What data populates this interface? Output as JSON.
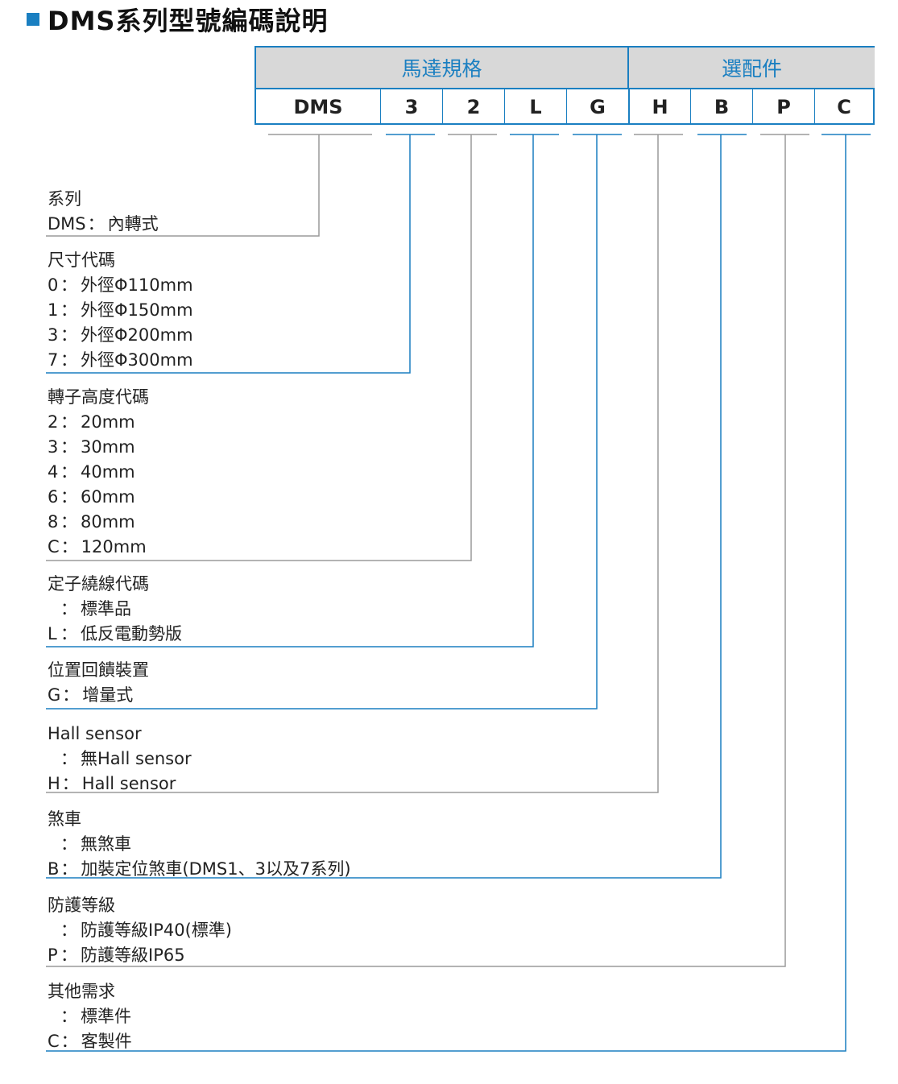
{
  "title": "DMS系列型號編碼說明",
  "colors": {
    "accent": "#1a7fc1",
    "header_bg": "#d8d8d8",
    "gray_line": "#9a9a9a",
    "blue_line": "#1a7fc1"
  },
  "header": {
    "motor_spec": "馬達規格",
    "accessories": "選配件"
  },
  "codes": [
    "DMS",
    "3",
    "2",
    "L",
    "G",
    "H",
    "B",
    "P",
    "C"
  ],
  "sections": [
    {
      "title": "系列",
      "items": [
        {
          "code": "DMS",
          "sep": "：",
          "desc": "內轉式"
        }
      ]
    },
    {
      "title": "尺寸代碼",
      "items": [
        {
          "code": "0",
          "sep": "：",
          "desc": "外徑Φ110mm"
        },
        {
          "code": "1",
          "sep": "：",
          "desc": "外徑Φ150mm"
        },
        {
          "code": "3",
          "sep": "：",
          "desc": "外徑Φ200mm"
        },
        {
          "code": "7",
          "sep": "：",
          "desc": "外徑Φ300mm"
        }
      ]
    },
    {
      "title": "轉子高度代碼",
      "items": [
        {
          "code": "2",
          "sep": "：",
          "desc": "20mm"
        },
        {
          "code": "3",
          "sep": "：",
          "desc": "30mm"
        },
        {
          "code": "4",
          "sep": "：",
          "desc": "40mm"
        },
        {
          "code": "6",
          "sep": "：",
          "desc": "60mm"
        },
        {
          "code": "8",
          "sep": "：",
          "desc": "80mm"
        },
        {
          "code": "C",
          "sep": "：",
          "desc": "120mm"
        }
      ]
    },
    {
      "title": "定子繞線代碼",
      "items": [
        {
          "code": "",
          "sep": "：",
          "desc": "標準品"
        },
        {
          "code": "L",
          "sep": "：",
          "desc": "低反電動勢版"
        }
      ]
    },
    {
      "title": "位置回饋裝置",
      "items": [
        {
          "code": "G",
          "sep": "：",
          "desc": "增量式"
        }
      ]
    },
    {
      "title": "Hall sensor",
      "items": [
        {
          "code": "",
          "sep": "：",
          "desc": "無Hall sensor"
        },
        {
          "code": "H",
          "sep": "：",
          "desc": "Hall sensor"
        }
      ]
    },
    {
      "title": "煞車",
      "items": [
        {
          "code": "",
          "sep": "：",
          "desc": "無煞車"
        },
        {
          "code": "B",
          "sep": "：",
          "desc": "加裝定位煞車(DMS1、3以及7系列)"
        }
      ]
    },
    {
      "title": "防護等級",
      "items": [
        {
          "code": "",
          "sep": "：",
          "desc": "防護等級IP40(標準)"
        },
        {
          "code": "P",
          "sep": "：",
          "desc": "防護等級IP65"
        }
      ]
    },
    {
      "title": "其他需求",
      "items": [
        {
          "code": "",
          "sep": "：",
          "desc": "標準件"
        },
        {
          "code": "C",
          "sep": "：",
          "desc": "客製件"
        }
      ]
    }
  ]
}
